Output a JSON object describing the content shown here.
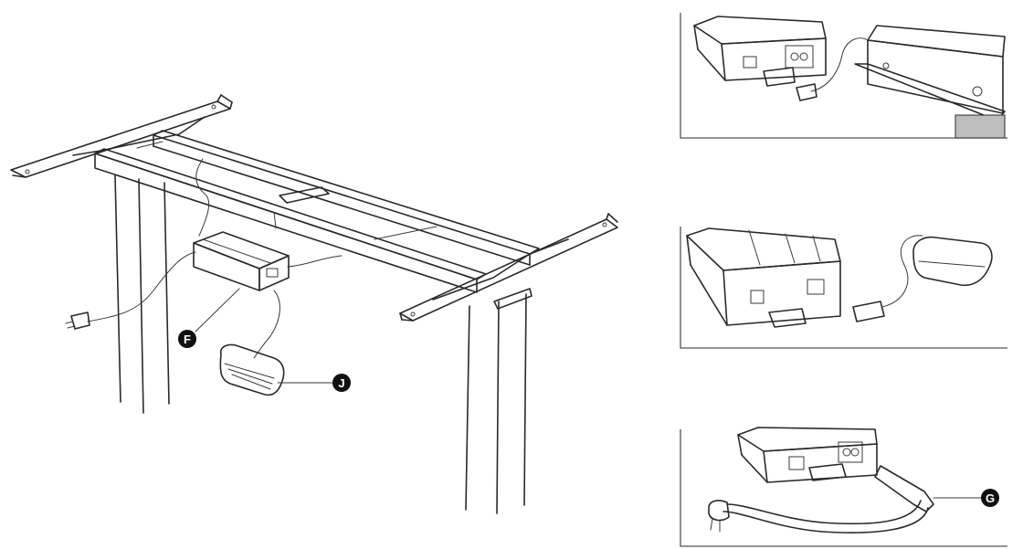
{
  "callouts": {
    "control_box": "F",
    "handset": "J",
    "power_cord": "G"
  },
  "colors": {
    "line": "#2a2a2a",
    "callout_fill": "#111111",
    "part_shade": "#d8d8d8",
    "leg_shade": "#bdbdbd"
  }
}
